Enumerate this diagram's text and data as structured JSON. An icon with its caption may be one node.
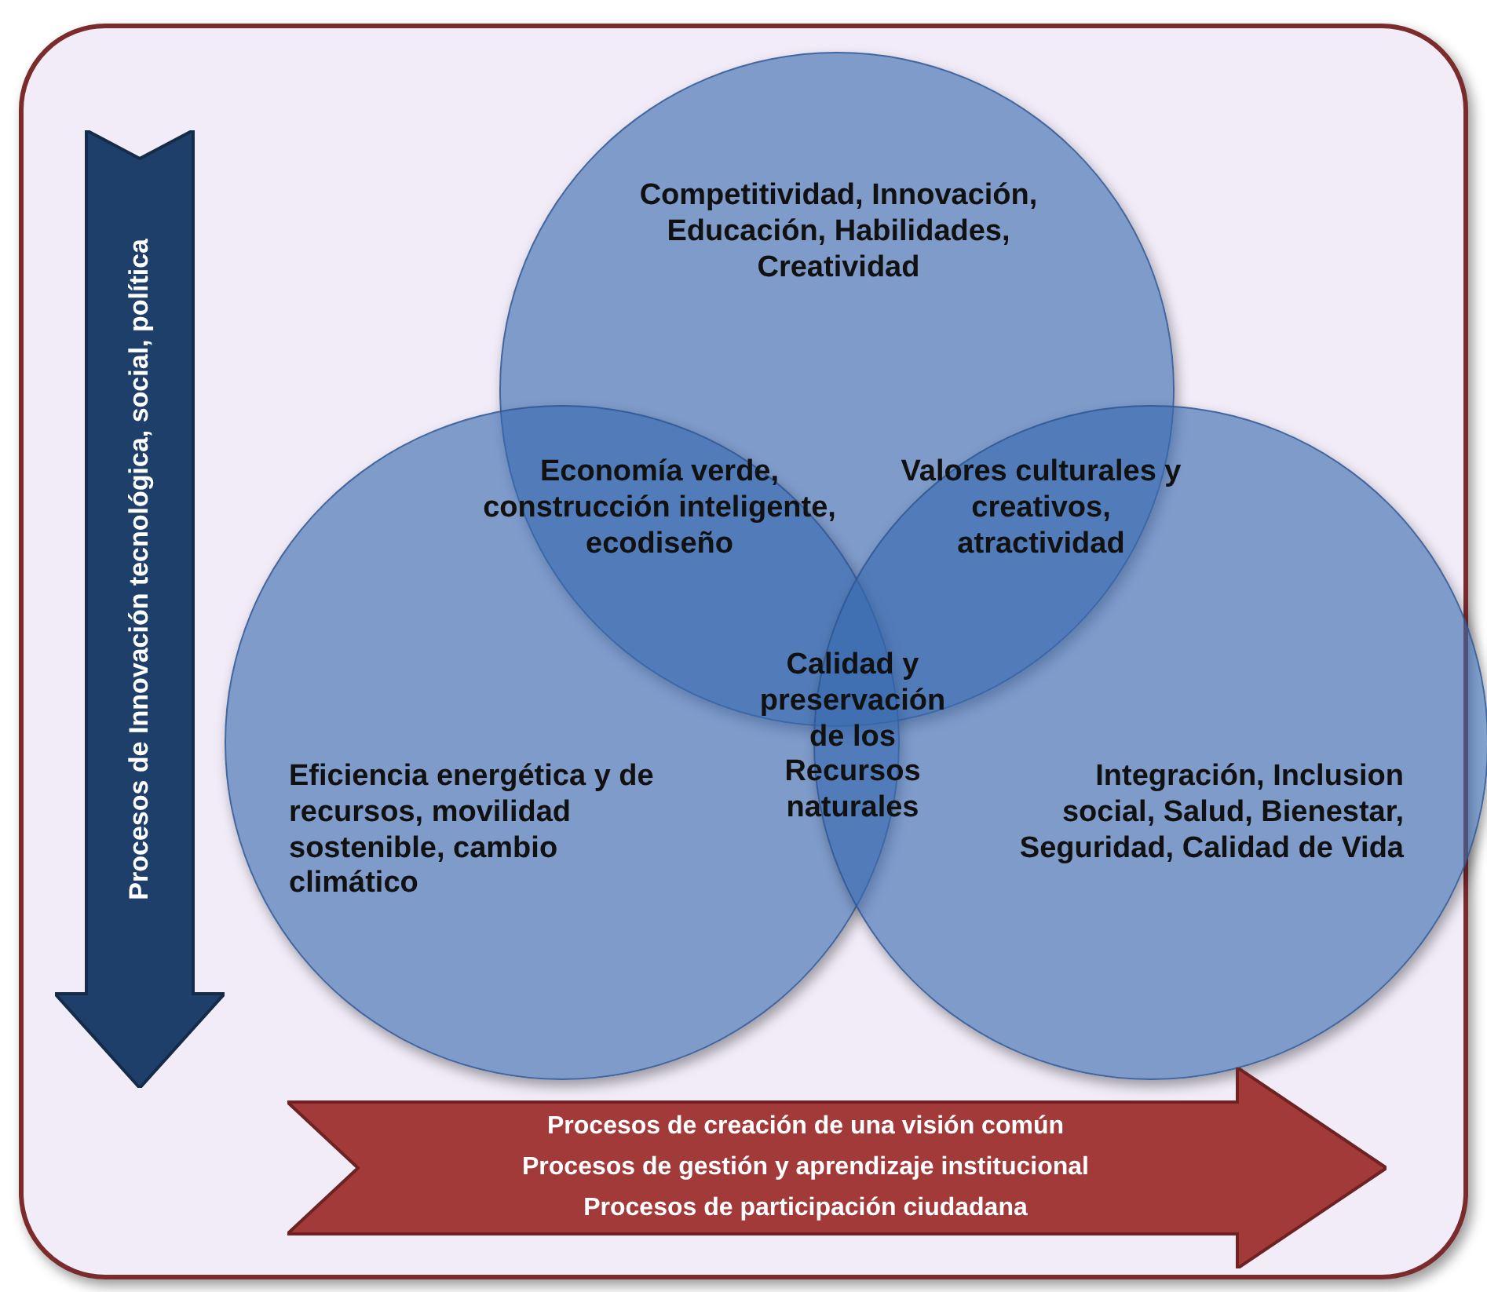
{
  "diagram": {
    "nodes": [
      {
        "text": [],
        "shape": "box"
      },
      {
        "text": [
          "Competitividad, Innovación, Educación, Habilidades, Creatividad"
        ],
        "in": 0
      },
      {
        "text": [
          "Eficiencia energética y de recursos, movilidad sostenible, cambio climático"
        ],
        "in": 0
      },
      {
        "text": [
          "Integración, Inclusion social, Salud, Bienestar, Seguridad, Calidad de Vida"
        ],
        "in": 0
      },
      {
        "text": [
          "Procesos de Innovación tecnológica, social, política"
        ],
        "in": 0
      },
      {
        "text": [
          "Procesos de creación de una visión común",
          "Procesos de gestión y aprendizaje institucional",
          "Procesos de participación ciudadana"
        ],
        "in": 0
      }
    ],
    "labels": [
      "Economía verde, construcción inteligente, ecodiseño",
      "Valores culturales y creativos, atractividad",
      "Calidad y preservación de los Recursos naturales"
    ]
  }
}
